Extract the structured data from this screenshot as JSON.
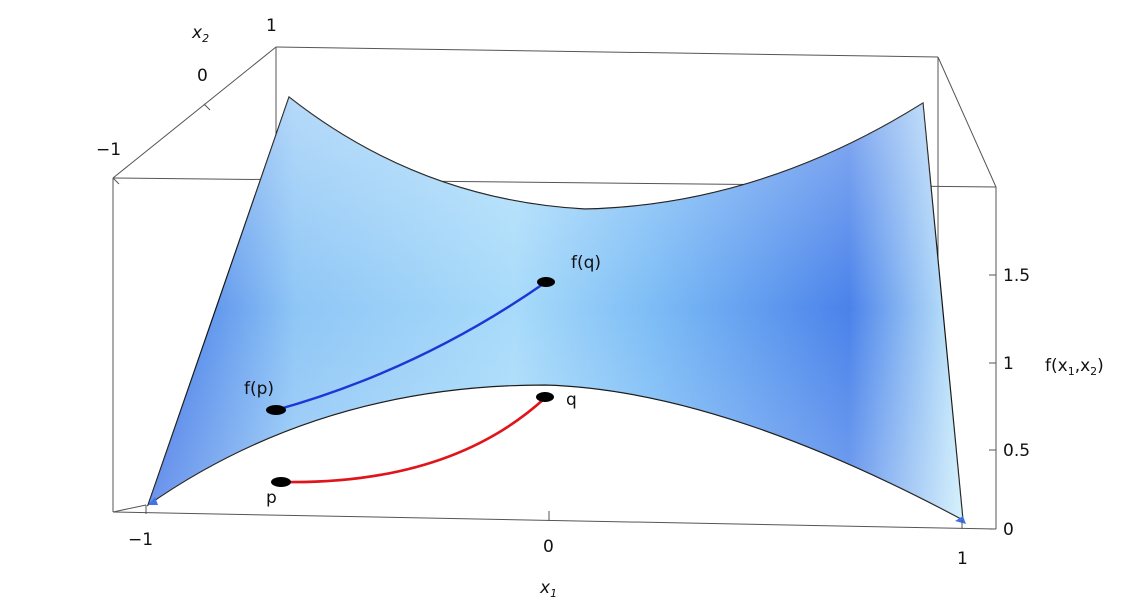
{
  "axes": {
    "x1": {
      "label": "x",
      "label_sub": "1",
      "ticks": [
        "−1",
        "0",
        "1"
      ]
    },
    "x2": {
      "label": "x",
      "label_sub": "2",
      "ticks": [
        "1",
        "0",
        "−1"
      ]
    },
    "f": {
      "label_prefix": "f(x",
      "label_sub1": "1",
      "label_mid": ",x",
      "label_sub2": "2",
      "label_suffix": ")",
      "ticks": [
        "1.5",
        "1",
        "0.5",
        "0"
      ]
    }
  },
  "points": {
    "p": "p",
    "q": "q",
    "fp": "f(p)",
    "fq": "f(q)"
  },
  "colors": {
    "surface_light": "#cdeefb",
    "surface_mid": "#7dbcf5",
    "surface_dark": "#3f73e6",
    "domain_curve": "#e0141b",
    "image_curve": "#1d36d6",
    "point": "#000000"
  }
}
